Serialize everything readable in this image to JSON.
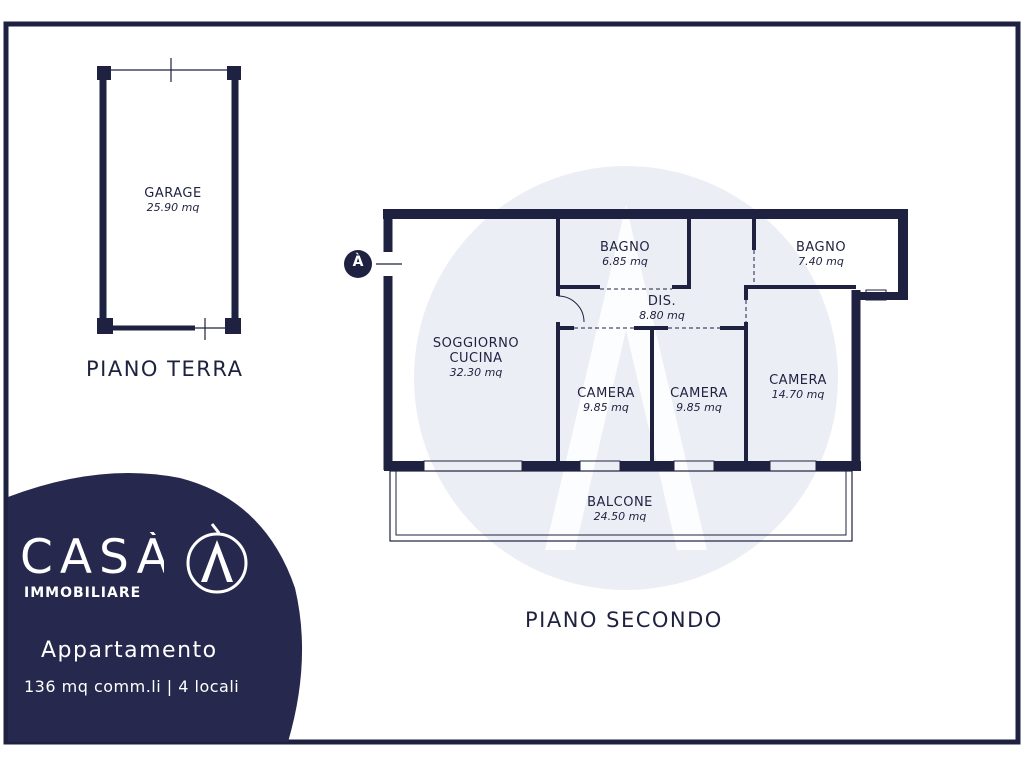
{
  "colors": {
    "wall": "#1e2240",
    "accent": "#26294d",
    "watermark": "#eceef5",
    "background": "#ffffff"
  },
  "floors": {
    "ground": {
      "title": "PIANO TERRA"
    },
    "second": {
      "title": "PIANO SECONDO"
    }
  },
  "rooms": {
    "garage": {
      "name": "GARAGE",
      "area": "25.90 mq"
    },
    "soggiorno": {
      "name": "SOGGIORNO CUCINA",
      "area": "32.30 mq"
    },
    "bagno1": {
      "name": "BAGNO",
      "area": "6.85 mq"
    },
    "bagno2": {
      "name": "BAGNO",
      "area": "7.40 mq"
    },
    "dis": {
      "name": "DIS.",
      "area": "8.80 mq"
    },
    "camera1": {
      "name": "CAMERA",
      "area": "9.85 mq"
    },
    "camera2": {
      "name": "CAMERA",
      "area": "9.85 mq"
    },
    "camera3": {
      "name": "CAMERA",
      "area": "14.70 mq"
    },
    "balcone": {
      "name": "BALCONE",
      "area": "24.50 mq"
    }
  },
  "entry_marker": {
    "letter": "À"
  },
  "brand": {
    "name": "CASÀ",
    "subtitle": "IMMOBILIARE",
    "property_type": "Appartamento",
    "details": "136 mq comm.li | 4 locali"
  }
}
